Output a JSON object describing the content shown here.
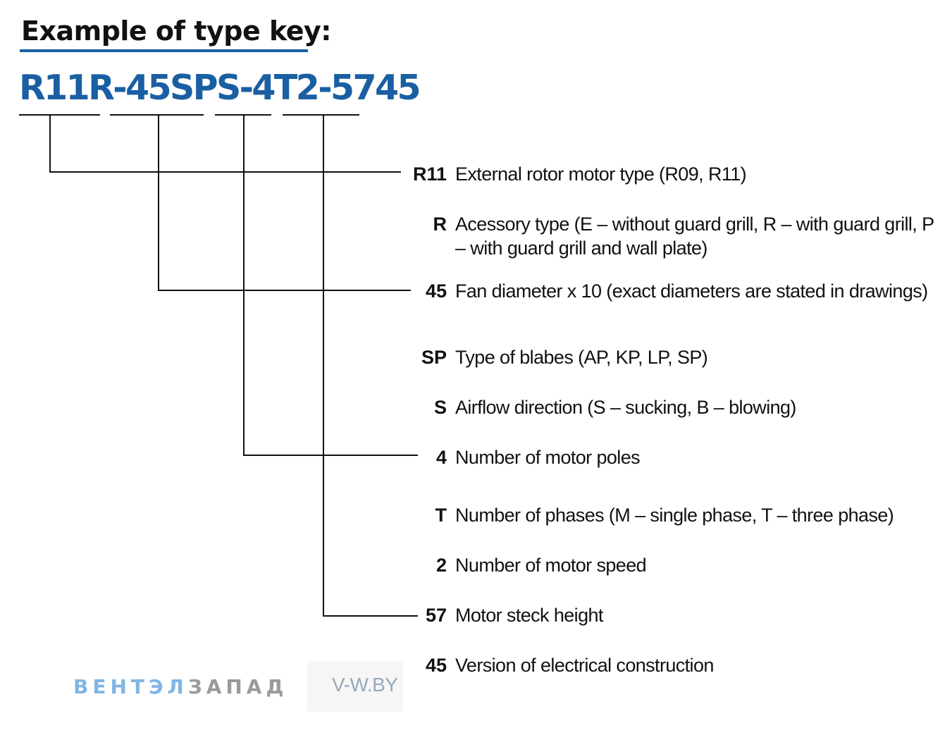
{
  "heading": "Example of type key:",
  "type_key": "R11R-45SPS-4T2-5745",
  "colors": {
    "accent": "#1a5fa3",
    "text": "#111111",
    "watermark_blue": "#7fb6e4",
    "watermark_gray": "#9a9a9a"
  },
  "entries": [
    {
      "code": "R11",
      "description": "External rotor motor type (R09, R11)"
    },
    {
      "code": "R",
      "description": "Acessory type (E – without guard grill, R – with guard grill, P – with guard grill and wall plate)"
    },
    {
      "code": "45",
      "description": "Fan diameter x 10 (exact diameters are stated in drawings)"
    },
    {
      "code": "SP",
      "description": "Type of blabes (AP, KP, LP, SP)"
    },
    {
      "code": "S",
      "description": "Airflow direction (S – sucking, B – blowing)"
    },
    {
      "code": "4",
      "description": "Number of motor poles"
    },
    {
      "code": "T",
      "description": "Number of phases (M – single phase, T – three phase)"
    },
    {
      "code": "2",
      "description": "Number of motor speed"
    },
    {
      "code": "57",
      "description": "Motor steck height"
    },
    {
      "code": "45",
      "description": "Version of electrical construction"
    }
  ],
  "watermark": {
    "brand_part1": "ВЕНТЭЛ",
    "brand_part2": "ЗАПАД",
    "site": "V-W.BY"
  }
}
